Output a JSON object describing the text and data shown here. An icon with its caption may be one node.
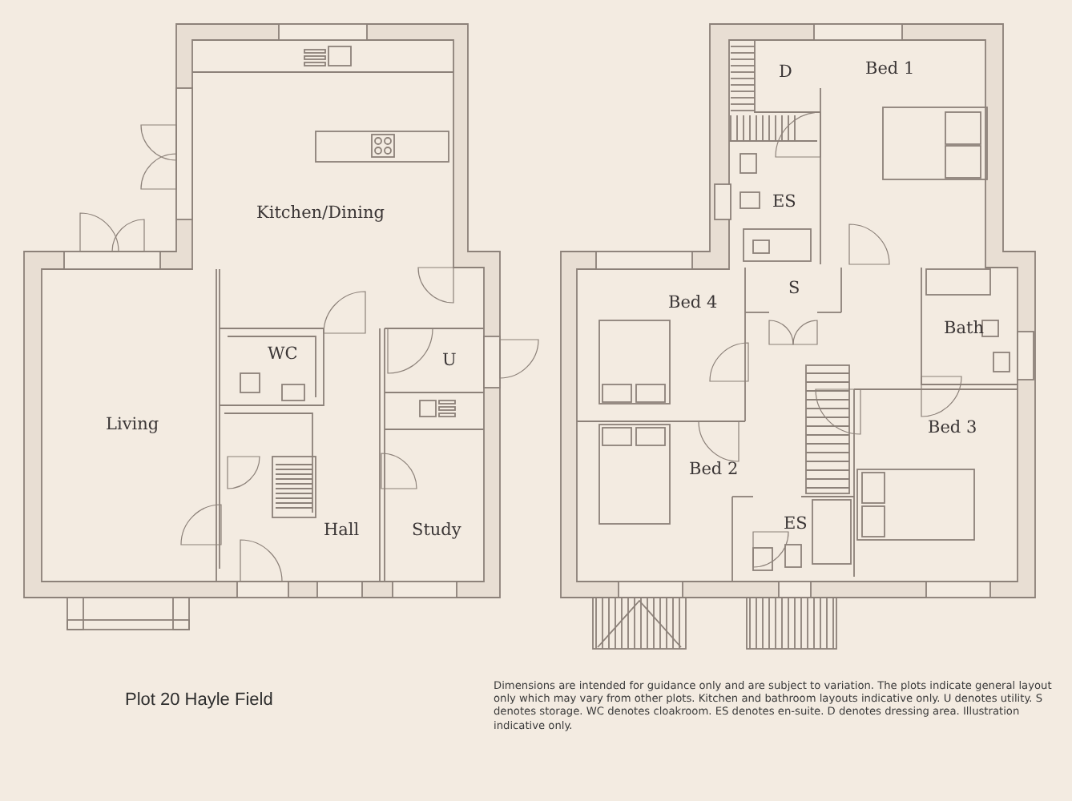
{
  "diagram": {
    "labels": [
      "Kitchen/Dining",
      "D",
      "Bed 1",
      "ES",
      "Bed 4",
      "S",
      "WC",
      "U",
      "Bath",
      "Living",
      "Bed 3",
      "Bed 2",
      "Hall",
      "Study",
      "ES",
      "Plot 20 Hayle Field",
      "Dimensions are intended for guidance only and are subject to variation. The plots indicate general layout only which may vary from other plots. Kitchen and bathroom layouts indicative only. U denotes utility. S denotes storage. WC denotes cloakroom. ES denotes en-suite. D denotes dressing area. Illustration indicative only."
    ]
  }
}
